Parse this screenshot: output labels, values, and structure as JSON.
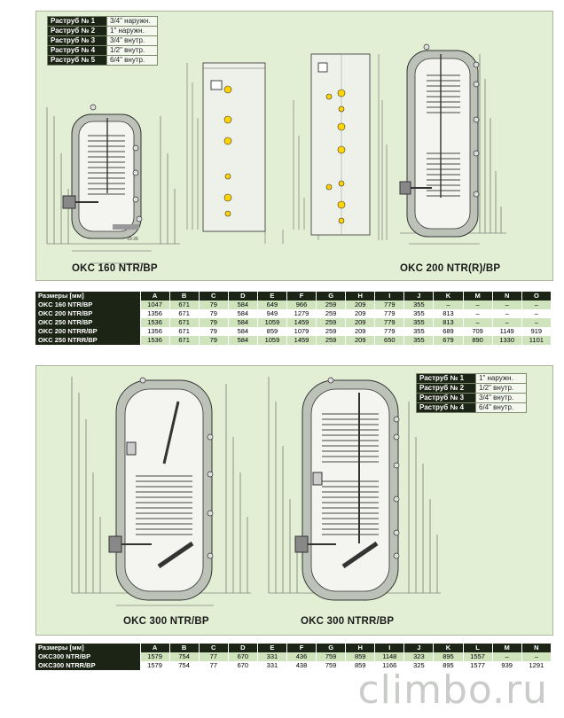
{
  "top_legend": [
    {
      "key": "Раструб № 1",
      "value": "3/4\" наружн."
    },
    {
      "key": "Раструб № 2",
      "value": "1\" наружн."
    },
    {
      "key": "Раструб № 3",
      "value": "3/4\" внутр."
    },
    {
      "key": "Раструб № 4",
      "value": "1/2\" внутр."
    },
    {
      "key": "Раструб № 5",
      "value": "6/4\" внутр."
    }
  ],
  "bottom_legend": [
    {
      "key": "Раструб № 1",
      "value": "1\" наружн."
    },
    {
      "key": "Раструб № 2",
      "value": "1/2\" внутр."
    },
    {
      "key": "Раструб № 3",
      "value": "3/4\" внутр."
    },
    {
      "key": "Раструб № 4",
      "value": "6/4\" внутр."
    }
  ],
  "models": {
    "okc160": "OKC 160 NTR/BP",
    "okc200": "OKC 200 NTR(R)/BP",
    "okc300": "OKC 300 NTR/BP",
    "okc300r": "OKC 300 NTRR/BP"
  },
  "dim_label": "10-26",
  "table1": {
    "headers": [
      "Размеры [мм]",
      "A",
      "B",
      "C",
      "D",
      "E",
      "F",
      "G",
      "H",
      "I",
      "J",
      "K",
      "M",
      "N",
      "O"
    ],
    "rows": [
      [
        "OKC 160 NTR/BP",
        "1047",
        "671",
        "79",
        "584",
        "649",
        "966",
        "259",
        "209",
        "779",
        "355",
        "–",
        "–",
        "–",
        "–"
      ],
      [
        "OKC 200 NTR/BP",
        "1356",
        "671",
        "79",
        "584",
        "949",
        "1279",
        "259",
        "209",
        "779",
        "355",
        "813",
        "–",
        "–",
        "–"
      ],
      [
        "OKC 250 NTR/BP",
        "1536",
        "671",
        "79",
        "584",
        "1059",
        "1459",
        "259",
        "209",
        "779",
        "355",
        "813",
        "–",
        "–",
        "–"
      ],
      [
        "OKC 200 NTRR/BP",
        "1356",
        "671",
        "79",
        "584",
        "859",
        "1079",
        "259",
        "209",
        "779",
        "355",
        "689",
        "709",
        "1149",
        "919"
      ],
      [
        "OKC 250 NTRR/BP",
        "1536",
        "671",
        "79",
        "584",
        "1059",
        "1459",
        "259",
        "209",
        "650",
        "355",
        "679",
        "890",
        "1330",
        "1101"
      ]
    ]
  },
  "table2": {
    "headers": [
      "Размеры [мм]",
      "A",
      "B",
      "C",
      "D",
      "E",
      "F",
      "G",
      "H",
      "I",
      "J",
      "K",
      "L",
      "M",
      "N"
    ],
    "rows": [
      [
        "OKC300 NTR/BP",
        "1579",
        "754",
        "77",
        "670",
        "331",
        "436",
        "759",
        "859",
        "1148",
        "323",
        "895",
        "1557",
        "–",
        "–"
      ],
      [
        "OKC300 NTRR/BP",
        "1579",
        "754",
        "77",
        "670",
        "331",
        "438",
        "759",
        "859",
        "1166",
        "325",
        "895",
        "1577",
        "939",
        "1291"
      ]
    ]
  },
  "watermark": "climbo.ru",
  "colors": {
    "panel": "#e3efd4",
    "header": "#1c2416",
    "row_alt": "#cfe3bd"
  }
}
